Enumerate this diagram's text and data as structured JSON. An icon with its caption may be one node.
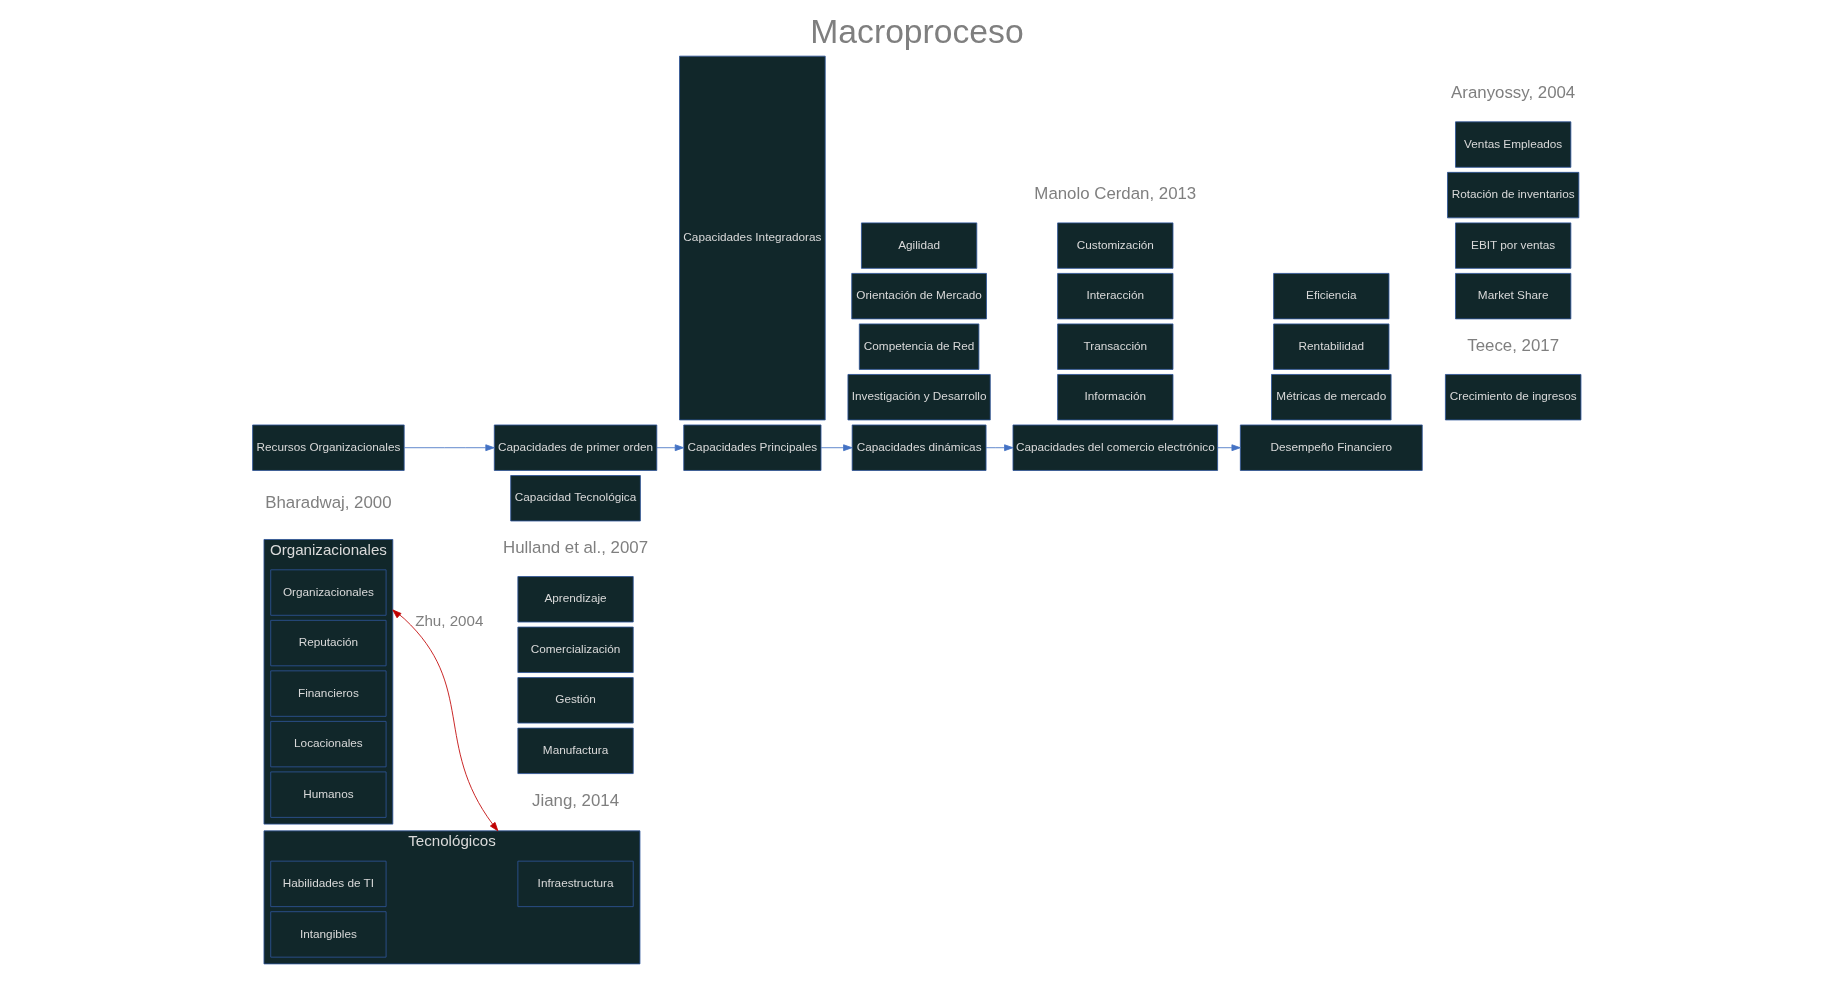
{
  "diagram": {
    "title": "Macroproceso",
    "nodes": [
      {
        "text": [
          "Organizacionales"
        ]
      },
      {
        "text": [
          "Organizacionales"
        ],
        "in": 0
      },
      {
        "text": [
          "Reputación"
        ],
        "in": 0
      },
      {
        "text": [
          "Financieros"
        ],
        "in": 0
      },
      {
        "text": [
          "Locacionales"
        ],
        "in": 0
      },
      {
        "text": [
          "Humanos"
        ],
        "in": 0
      },
      {
        "text": [
          "Manufactura"
        ]
      },
      {
        "text": [
          "Gestión"
        ]
      },
      {
        "text": [
          "Comercialización"
        ]
      },
      {
        "text": [
          "Aprendizaje"
        ]
      },
      {
        "text": [
          "Capacidades Integradoras"
        ]
      },
      {
        "text": [
          "Investigación y Desarrollo"
        ]
      },
      {
        "text": [
          "Competencia de Red"
        ]
      },
      {
        "text": [
          "Orientación de Mercado"
        ]
      },
      {
        "text": [
          "Agilidad"
        ]
      },
      {
        "text": [
          "Información"
        ]
      },
      {
        "text": [
          "Transacción"
        ]
      },
      {
        "text": [
          "Interacción"
        ]
      },
      {
        "text": [
          "Customización"
        ]
      },
      {
        "text": [
          "Métricas de mercado"
        ]
      },
      {
        "text": [
          "Crecimiento de ingresos"
        ]
      },
      {
        "text": [
          "Market Share"
        ]
      },
      {
        "text": [
          "Rentabilidad"
        ]
      },
      {
        "text": [
          "EBIT por ventas"
        ]
      },
      {
        "text": [
          "Eficiencia"
        ]
      },
      {
        "text": [
          "Rotación de inventarios"
        ]
      },
      {
        "text": [
          "Ventas Empleados"
        ]
      },
      {
        "text": [
          "Tecnológicos"
        ]
      },
      {
        "text": [
          "Infraestructura"
        ],
        "in": 27
      },
      {
        "text": [
          "Habilidades de TI"
        ],
        "in": 27
      },
      {
        "text": [
          "Intangibles"
        ],
        "in": 27
      },
      {
        "text": [
          "Capacidad Tecnológica"
        ]
      },
      {
        "text": [
          "Recursos Organizacionales"
        ]
      },
      {
        "text": [
          "Capacidades de primer orden"
        ]
      },
      {
        "text": [
          "Capacidades Principales"
        ]
      },
      {
        "text": [
          "Capacidades dinámicas"
        ]
      },
      {
        "text": [
          "Capacidades del comercio electrónico"
        ]
      },
      {
        "text": [
          "Desempeño Financiero"
        ]
      }
    ],
    "edges": [
      {
        "from": 0,
        "to": 27,
        "arrow": "both",
        "label": "Zhu, 2004",
        "color": "#c00000"
      },
      {
        "from": 32,
        "to": 33,
        "arrow": "to"
      },
      {
        "from": 33,
        "to": 34,
        "arrow": "to"
      },
      {
        "from": 34,
        "to": 35,
        "arrow": "to"
      },
      {
        "from": 35,
        "to": 36,
        "arrow": "to"
      },
      {
        "from": 36,
        "to": 37,
        "arrow": "to"
      }
    ],
    "labels": [
      "Jiang, 2014",
      "Teece, 2017",
      "Bharadwaj, 2000",
      "Hulland et al., 2007",
      "Aranyossy, 2004",
      "Manolo Cerdan, 2013"
    ]
  }
}
